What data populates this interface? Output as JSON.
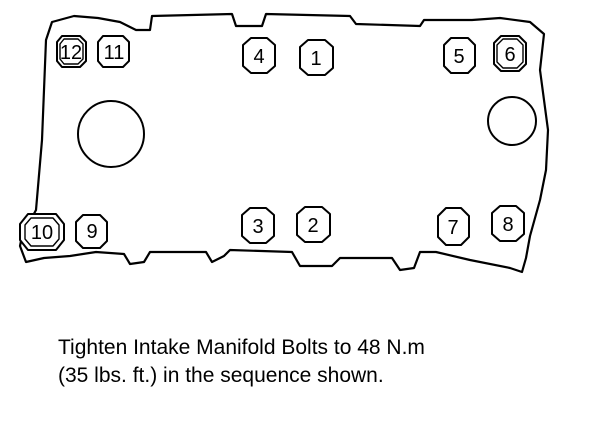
{
  "caption": {
    "line1": "Tighten Intake Manifold Bolts to 48 N.m",
    "line2": "(35 lbs. ft.) in the sequence shown."
  },
  "bolts": {
    "b1": "1",
    "b2": "2",
    "b3": "3",
    "b4": "4",
    "b5": "5",
    "b6": "6",
    "b7": "7",
    "b8": "8",
    "b9": "9",
    "b10": "10",
    "b11": "11",
    "b12": "12"
  }
}
